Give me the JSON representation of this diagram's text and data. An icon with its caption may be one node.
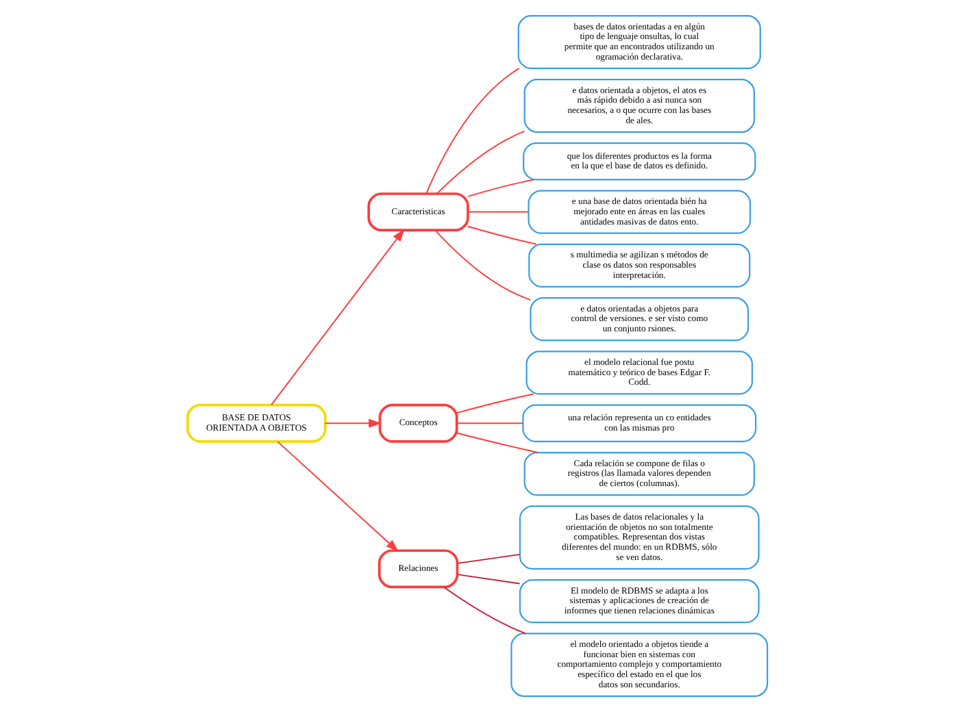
{
  "diagram": {
    "nodes": [
      {
        "text": [
          "BASE DE DATOS ORIENTADA A OBJETOS"
        ]
      },
      {
        "text": [
          "Caracteristicas"
        ]
      },
      {
        "text": [
          "bases de datos orientadas a en algún tipo de lenguaje onsultas, lo cual permite que an encontrados utilizando un ogramación declarativa."
        ]
      },
      {
        "text": [
          "e datos orientada a objetos, el atos es más rápido debido a asi nunca son necesarios, a o que ocurre con las bases de ales."
        ]
      },
      {
        "text": [
          "que los diferentes productos es la forma en la que el base de datos es definido."
        ]
      },
      {
        "text": [
          "e una base de datos orientada bién ha mejorado ente en áreas en las cuales antidades masivas de datos ento."
        ]
      },
      {
        "text": [
          "s multimedia se agilizan s métodos de clase os datos son responsables interpretación."
        ]
      },
      {
        "text": [
          "e datos orientadas a objetos para control de versiones. e ser visto como un conjunto rsiones."
        ]
      },
      {
        "text": [
          "Conceptos"
        ]
      },
      {
        "text": [
          "el modelo relacional fue postu matemático y teórico de bases Edgar F. Codd."
        ]
      },
      {
        "text": [
          "una relación representa un co entidades con las mismas pro"
        ]
      },
      {
        "text": [
          "Cada relación se compone de filas o registros (las llamada valores dependen de ciertos (columnas)."
        ]
      },
      {
        "text": [
          "Relaciones"
        ]
      },
      {
        "text": [
          "Las bases de datos relacionales y la orientación de objetos no son totalmente compatibles. Representan dos vistas diferentes del mundo: en un RDBMS, sólo se ven datos."
        ]
      },
      {
        "text": [
          "El modelo de RDBMS se adapta a los sistemas y aplicaciones de creación de informes que tienen relaciones dinámicas"
        ]
      },
      {
        "text": [
          "el modelo orientado a objetos tiende a funcionar bien en sistemas con comportamiento complejo y comportamiento específico del estado en el que los datos son secundarios."
        ]
      }
    ],
    "edges": [
      {
        "from": 0,
        "to": 1,
        "arrow": "to"
      },
      {
        "from": 0,
        "to": 8,
        "arrow": "to"
      },
      {
        "from": 0,
        "to": 12,
        "arrow": "to"
      },
      {
        "from": 1,
        "to": 2,
        "arrow": "none"
      },
      {
        "from": 1,
        "to": 3,
        "arrow": "none"
      },
      {
        "from": 1,
        "to": 4,
        "arrow": "none"
      },
      {
        "from": 1,
        "to": 5,
        "arrow": "none"
      },
      {
        "from": 1,
        "to": 6,
        "arrow": "none"
      },
      {
        "from": 1,
        "to": 7,
        "arrow": "none"
      },
      {
        "from": 8,
        "to": 9,
        "arrow": "none"
      },
      {
        "from": 8,
        "to": 10,
        "arrow": "none"
      },
      {
        "from": 8,
        "to": 11,
        "arrow": "none"
      },
      {
        "from": 12,
        "to": 13,
        "arrow": "none",
        "color": "#c81d3a"
      },
      {
        "from": 12,
        "to": 14,
        "arrow": "none",
        "color": "#c81d3a"
      },
      {
        "from": 12,
        "to": 15,
        "arrow": "none",
        "color": "#c81d3a"
      }
    ]
  }
}
